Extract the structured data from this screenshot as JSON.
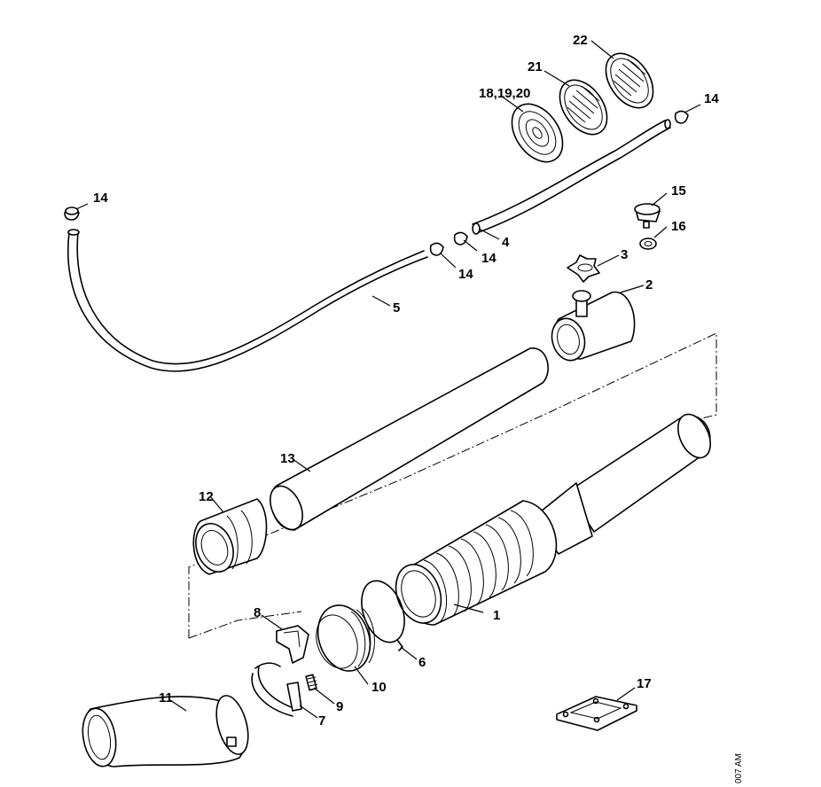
{
  "diagram": {
    "callouts": [
      {
        "id": "c1",
        "text": "1"
      },
      {
        "id": "c2",
        "text": "2"
      },
      {
        "id": "c3",
        "text": "3"
      },
      {
        "id": "c4",
        "text": "4"
      },
      {
        "id": "c5",
        "text": "5"
      },
      {
        "id": "c6",
        "text": "6"
      },
      {
        "id": "c7",
        "text": "7"
      },
      {
        "id": "c8",
        "text": "8"
      },
      {
        "id": "c9",
        "text": "9"
      },
      {
        "id": "c10",
        "text": "10"
      },
      {
        "id": "c11",
        "text": "11"
      },
      {
        "id": "c12",
        "text": "12"
      },
      {
        "id": "c13",
        "text": "13"
      },
      {
        "id": "c14a",
        "text": "14"
      },
      {
        "id": "c14b",
        "text": "14"
      },
      {
        "id": "c14c",
        "text": "14"
      },
      {
        "id": "c14d",
        "text": "14"
      },
      {
        "id": "c15",
        "text": "15"
      },
      {
        "id": "c16",
        "text": "16"
      },
      {
        "id": "c17",
        "text": "17"
      },
      {
        "id": "c18",
        "text": "18,19,20"
      },
      {
        "id": "c21",
        "text": "21"
      },
      {
        "id": "c22",
        "text": "22"
      }
    ],
    "figure_code": "007 AM"
  }
}
